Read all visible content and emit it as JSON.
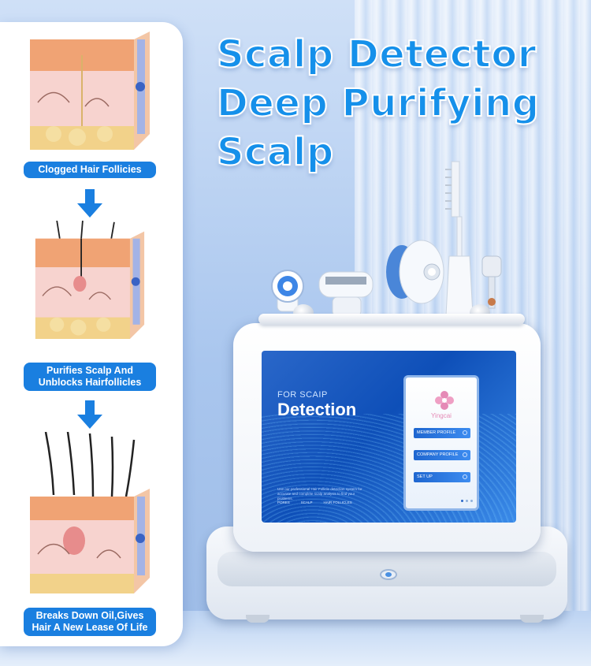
{
  "headline": {
    "line1": "Scalp Detector",
    "line2": "Deep Purifying",
    "line3": "Scalp"
  },
  "steps": [
    {
      "caption": "Clogged Hair Follicies"
    },
    {
      "caption_line1": "Purifies Scalp And",
      "caption_line2": "Unblocks Hairfollicles"
    },
    {
      "caption_line1": "Breaks Down Oil,Gives",
      "caption_line2": "Hair A New Lease Of Life"
    }
  ],
  "screen": {
    "small_heading": "FOR SCAIP",
    "big_heading": "Detection",
    "fine_print": "Use our professional Hair Follicle detection system for accurate and complete scalp analysis to find your problems.",
    "tabs": [
      "PORES",
      "SCALP",
      "HAIR FOLLICLES"
    ]
  },
  "tablet": {
    "brand": "Yingcai",
    "menu": [
      "MEMBER PROFILE",
      "COMPANY PROFILE",
      "SET UP"
    ]
  },
  "colors": {
    "accent": "#1a7fe0",
    "title": "#1590ea",
    "screen": "#0e4fb8",
    "brand_pink": "#e58ab6"
  },
  "icons": [
    "arrow-down-icon",
    "flower-logo-icon",
    "person-icon",
    "building-icon",
    "gear-icon",
    "power-icon"
  ]
}
